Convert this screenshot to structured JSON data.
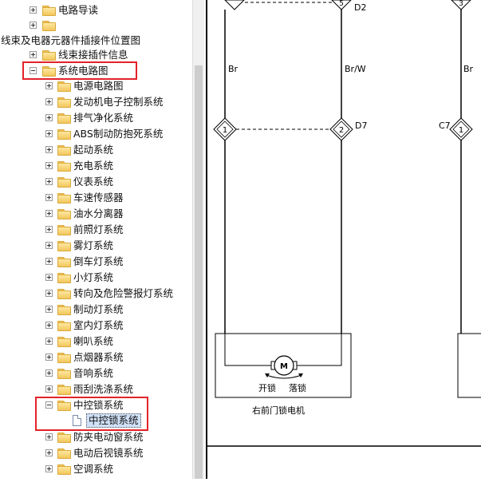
{
  "tree": {
    "items": [
      {
        "label": "电路导读"
      },
      {
        "label": ""
      },
      {
        "label": "线束及电器元器件插接件位置图"
      },
      {
        "label": "线束接插件信息"
      },
      {
        "label": "系统电路图"
      },
      {
        "label": "电源电路图"
      },
      {
        "label": "发动机电子控制系统"
      },
      {
        "label": "排气净化系统"
      },
      {
        "label": "ABS制动防抱死系统"
      },
      {
        "label": "起动系统"
      },
      {
        "label": "充电系统"
      },
      {
        "label": "仪表系统"
      },
      {
        "label": "车速传感器"
      },
      {
        "label": "油水分离器"
      },
      {
        "label": "前照灯系统"
      },
      {
        "label": "雾灯系统"
      },
      {
        "label": "倒车灯系统"
      },
      {
        "label": "小灯系统"
      },
      {
        "label": "转向及危险警报灯系统"
      },
      {
        "label": "制动灯系统"
      },
      {
        "label": "室内灯系统"
      },
      {
        "label": "喇叭系统"
      },
      {
        "label": "点烟器系统"
      },
      {
        "label": "音响系统"
      },
      {
        "label": "雨刮洗涤系统"
      },
      {
        "label": "中控锁系统"
      },
      {
        "label": "中控锁系统"
      },
      {
        "label": "防夹电动窗系统"
      },
      {
        "label": "电动后视镜系统"
      },
      {
        "label": "空调系统"
      }
    ]
  },
  "diagram": {
    "left_top_pin": "",
    "right_top_pin": "5",
    "right_top_conn": "D2",
    "far_top_pin": "3",
    "wire_left": "Br",
    "wire_right": "Br/W",
    "wire_far": "Br",
    "left_mid_pin": "1",
    "right_mid_pin": "2",
    "right_mid_conn": "D7",
    "far_mid_conn": "C7",
    "far_mid_pin": "1",
    "motor_symbol": "M",
    "unlock_label": "开锁",
    "lock_label": "落锁",
    "component_name": "右前门锁电机"
  }
}
